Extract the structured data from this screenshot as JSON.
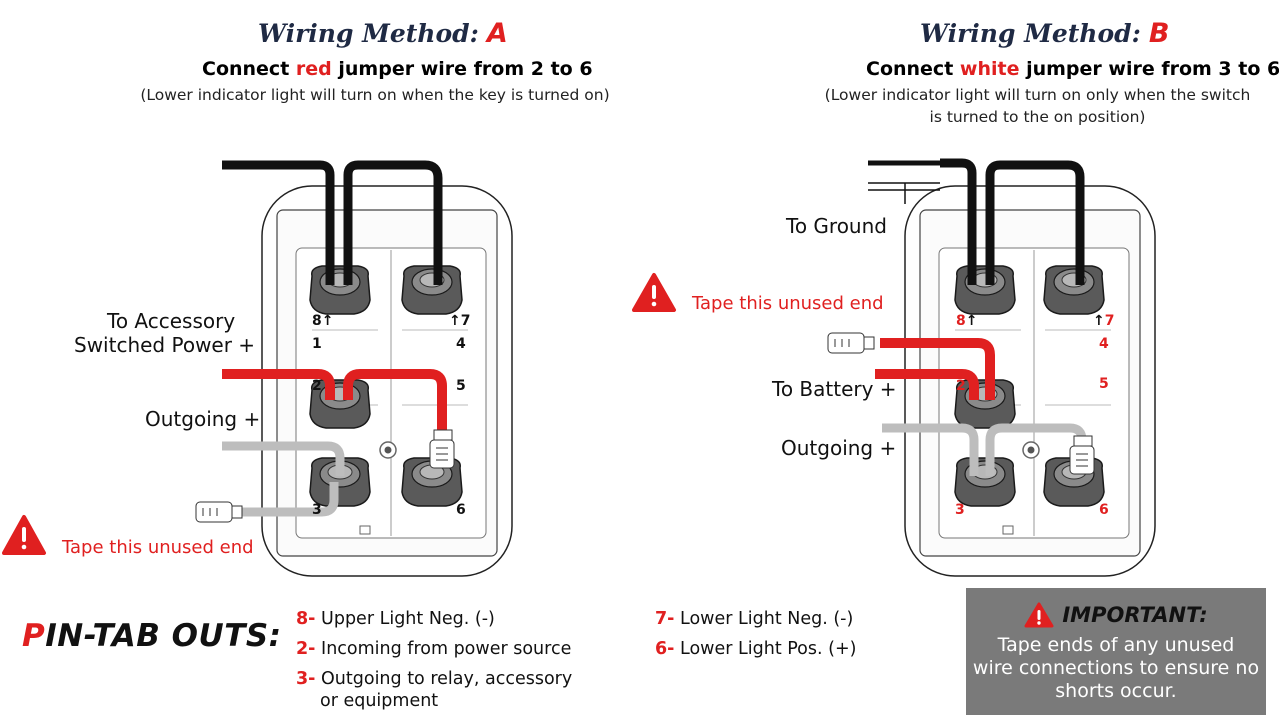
{
  "method_a": {
    "title": "Wiring Method:",
    "letter": "A",
    "subtitle_pre": "Connect ",
    "subtitle_hl": "red",
    "subtitle_post": " jumper wire from 2 to 6",
    "note": "(Lower indicator light will turn on when the key is turned on)",
    "label_accessory_1": "To Accessory",
    "label_accessory_2": "Switched Power +",
    "label_outgoing": "Outgoing +",
    "warn_text": "Tape this unused end",
    "pins": {
      "p8": "8",
      "p7": "7",
      "p1": "1",
      "p4": "4",
      "p2": "2",
      "p5": "5",
      "p3": "3",
      "p6": "6"
    }
  },
  "method_b": {
    "title": "Wiring Method:",
    "letter": "B",
    "subtitle_pre": "Connect ",
    "subtitle_hl": "white",
    "subtitle_post": " jumper wire from 3 to 6",
    "note_1": "(Lower indicator light will turn on only when the switch",
    "note_2": "is turned to the on position)",
    "label_ground": "To Ground",
    "label_battery": "To Battery +",
    "label_outgoing": "Outgoing +",
    "warn_text": "Tape this unused end",
    "pins": {
      "p8": "8",
      "p7": "7",
      "p4": "4",
      "p2": "2",
      "p5": "5",
      "p3": "3",
      "p6": "6"
    }
  },
  "pinouts": {
    "title_first": "P",
    "title_rest": "IN-TAB OUTS:",
    "left": [
      {
        "num": "8-",
        "text": "Upper Light Neg. (-)"
      },
      {
        "num": "2-",
        "text": "Incoming from power source"
      },
      {
        "num": "3-",
        "text": "Outgoing to relay, accessory"
      },
      {
        "num": "",
        "text": "or equipment"
      }
    ],
    "right": [
      {
        "num": "7-",
        "text": "Lower Light Neg. (-)"
      },
      {
        "num": "6-",
        "text": "Lower Light Pos. (+)"
      }
    ]
  },
  "important": {
    "title": "IMPORTANT:",
    "body_1": "Tape ends of any unused",
    "body_2": "wire connections to ensure no",
    "body_3": "shorts occur."
  },
  "colors": {
    "red": "#e02020",
    "navy": "#1f2a44",
    "gray_box": "#7a7a7a",
    "white_wire": "#bdbdbd"
  }
}
